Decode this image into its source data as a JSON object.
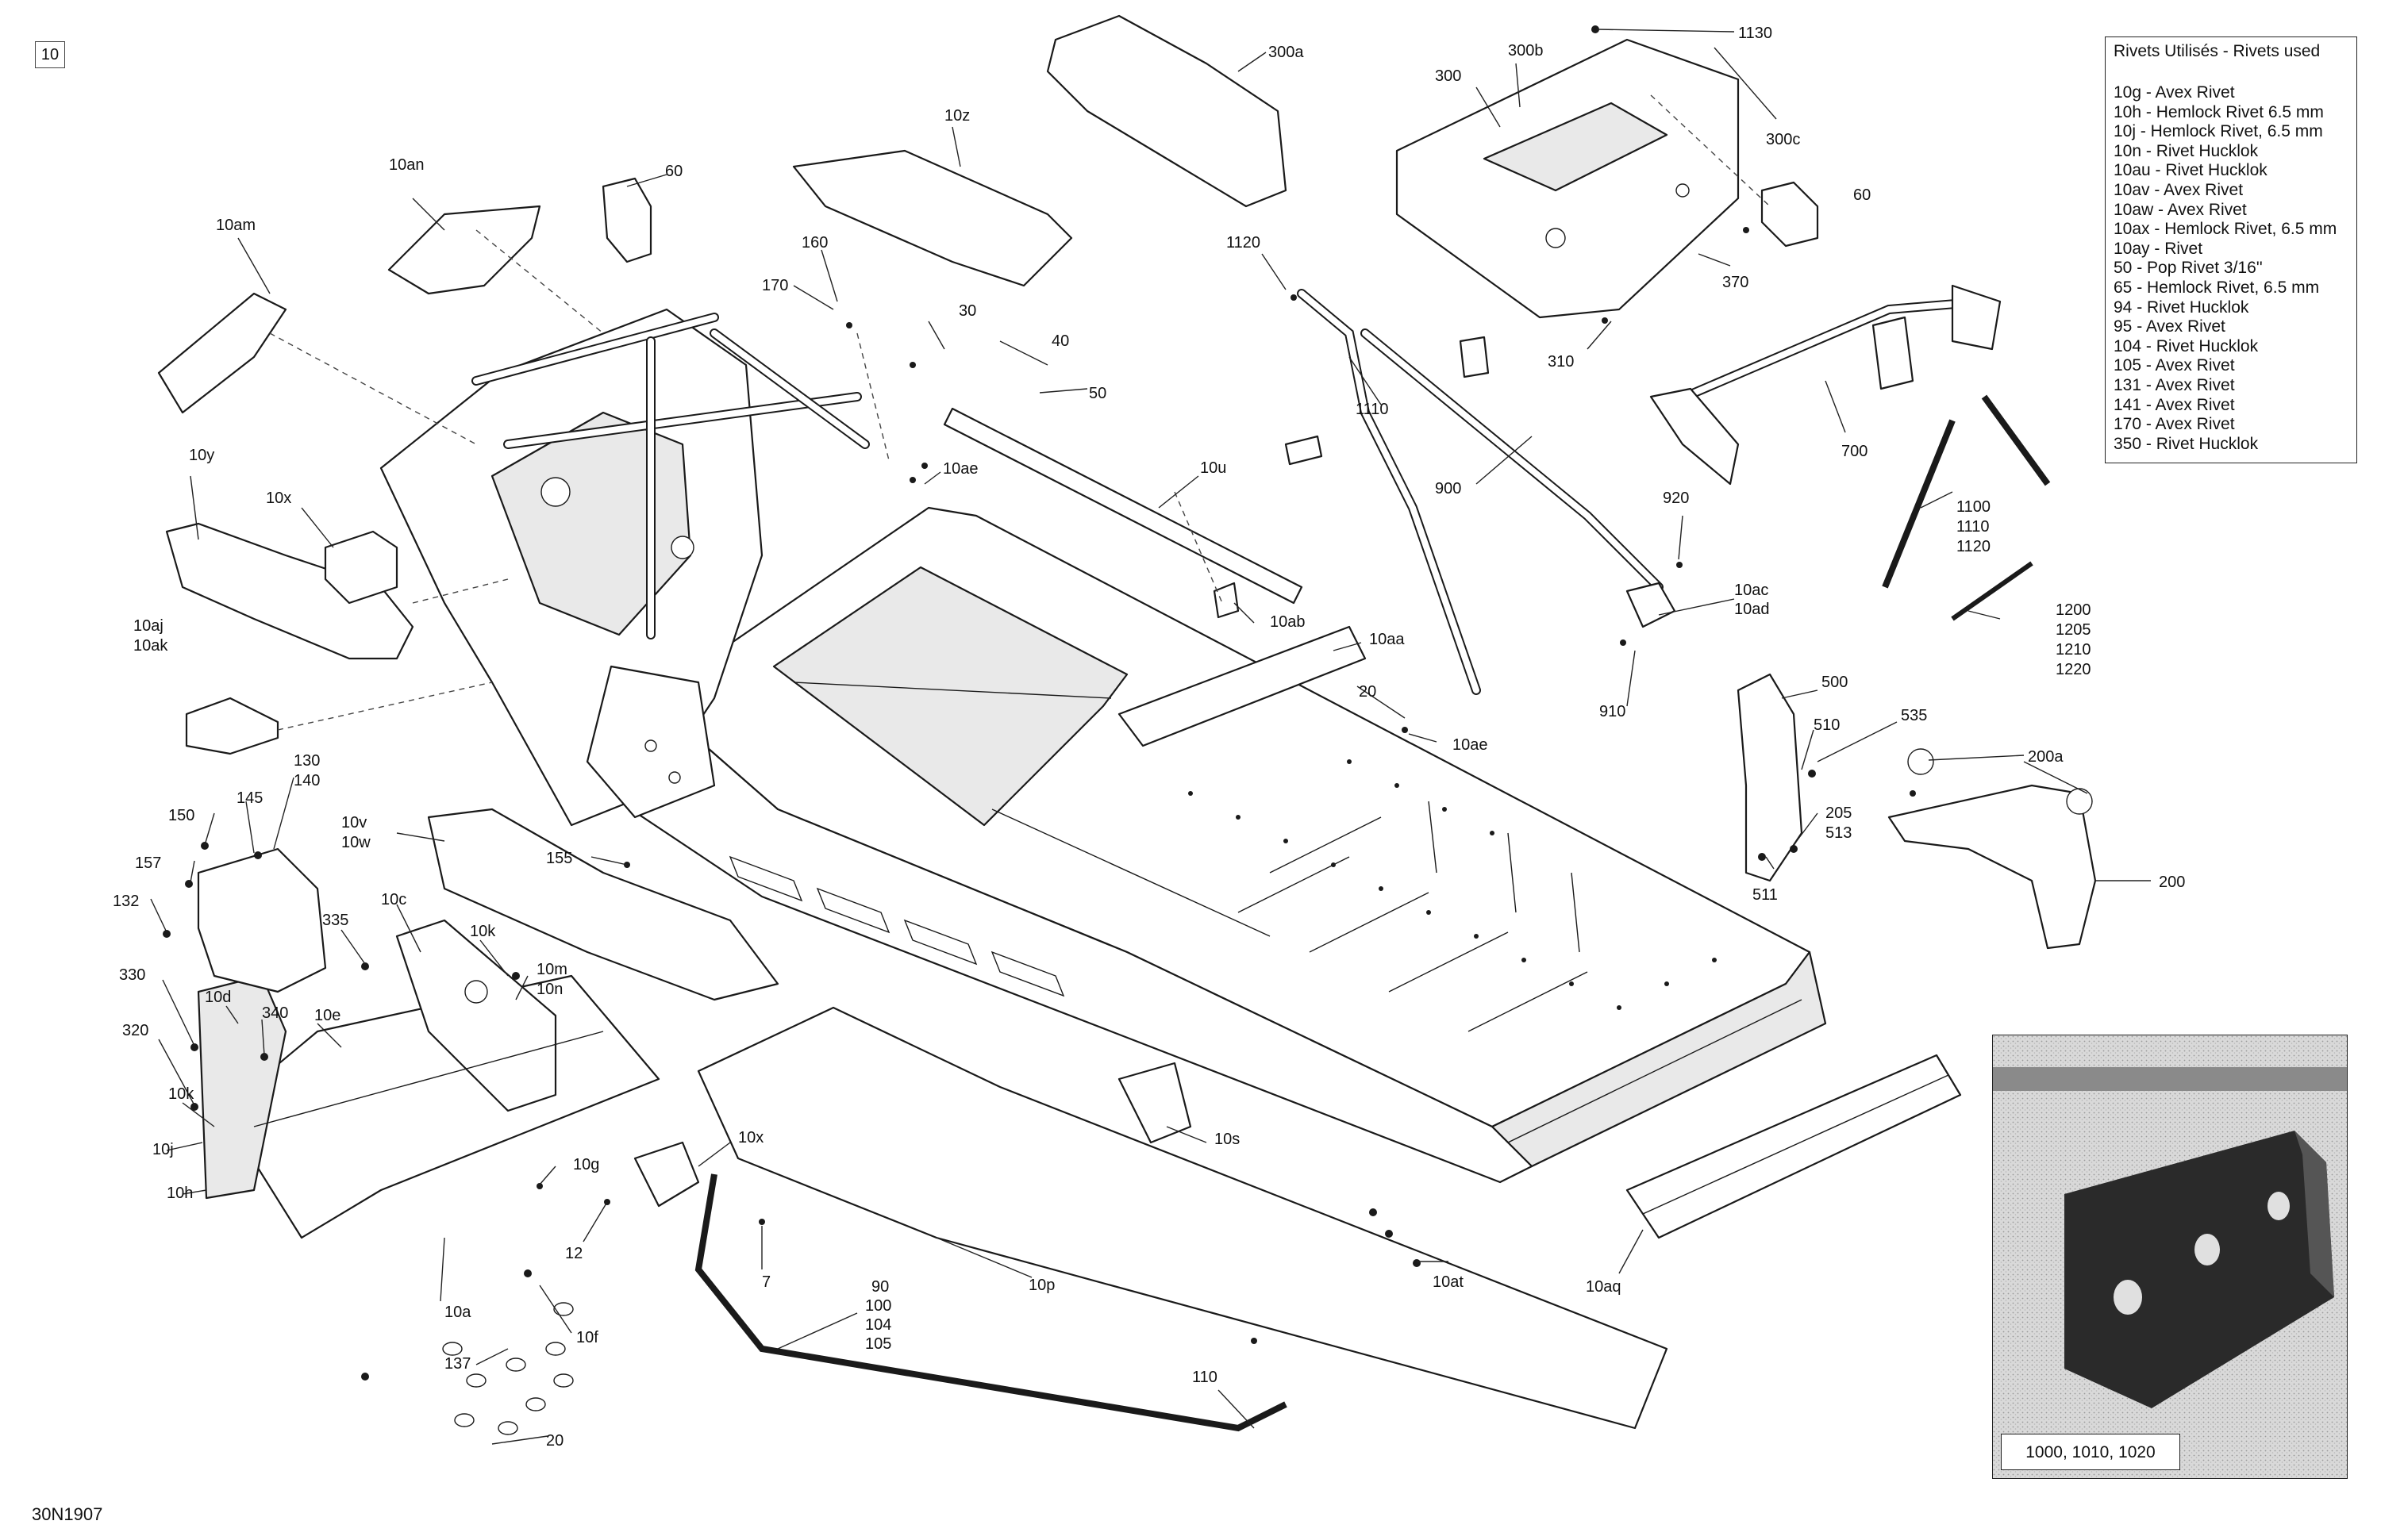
{
  "page_tag": "10",
  "doc_code": "30N1907",
  "rivets": {
    "title": "Rivets Utilisés - Rivets used",
    "items": [
      "10g - Avex Rivet",
      "10h - Hemlock Rivet 6.5 mm",
      "10j - Hemlock Rivet, 6.5 mm",
      "10n - Rivet Hucklok",
      "10au - Rivet Hucklok",
      "10av - Avex Rivet",
      "10aw - Avex Rivet",
      "10ax - Hemlock Rivet, 6.5 mm",
      "10ay - Rivet",
      "50 - Pop Rivet 3/16''",
      "65 - Hemlock Rivet, 6.5 mm",
      "94 - Rivet Hucklok",
      "95 - Avex Rivet",
      "104 - Rivet Hucklok",
      "105 - Avex Rivet",
      "131 - Avex Rivet",
      "141 - Avex Rivet",
      "170 - Avex Rivet",
      "350 - Rivet Hucklok"
    ]
  },
  "inset_caption": "1000, 1010, 1020",
  "callouts": {
    "c1130": "1130",
    "c300a": "300a",
    "c300": "300",
    "c300b": "300b",
    "c300c": "300c",
    "c10z": "10z",
    "c10an": "10an",
    "c60a": "60",
    "c60b": "60",
    "c10am": "10am",
    "c160": "160",
    "c170": "170",
    "c30": "30",
    "c40": "40",
    "c50": "50",
    "c1120": "1120",
    "c1110": "1110",
    "c370": "370",
    "c310": "310",
    "c900": "900",
    "c700": "700",
    "c920": "920",
    "c10y": "10y",
    "c10x_a": "10x",
    "c10u": "10u",
    "c10ae_a": "10ae",
    "c10ab": "10ab",
    "c10aa": "10aa",
    "c10ac": "10ac",
    "c10ad": "10ad",
    "c1100": "1100",
    "c1110b": "1110",
    "c1120b": "1120",
    "c1200": "1200",
    "c1205": "1205",
    "c1210": "1210",
    "c1220": "1220",
    "c10aj": "10aj",
    "c10ak": "10ak",
    "c910": "910",
    "c500": "500",
    "c510": "510",
    "c535": "535",
    "c200a": "200a",
    "c20a": "20",
    "c10ae_b": "10ae",
    "c130": "130",
    "c140": "140",
    "c145": "145",
    "c150": "150",
    "c10v": "10v",
    "c10w": "10w",
    "c157": "157",
    "c132": "132",
    "c155": "155",
    "c205": "205",
    "c513": "513",
    "c511": "511",
    "c200": "200",
    "c335": "335",
    "c10c": "10c",
    "c10k_a": "10k",
    "c10m": "10m",
    "c10n": "10n",
    "c330": "330",
    "c10d": "10d",
    "c340": "340",
    "c10e": "10e",
    "c320": "320",
    "c10k_b": "10k",
    "c10j": "10j",
    "c10h": "10h",
    "c10g": "10g",
    "c10x_b": "10x",
    "c12": "12",
    "c7": "7",
    "c10s": "10s",
    "c10p": "10p",
    "c10at": "10at",
    "c10aq": "10aq",
    "c10a": "10a",
    "c10f": "10f",
    "c137": "137",
    "c20b": "20",
    "c90": "90",
    "c100": "100",
    "c104": "104",
    "c105": "105",
    "c110": "110"
  }
}
